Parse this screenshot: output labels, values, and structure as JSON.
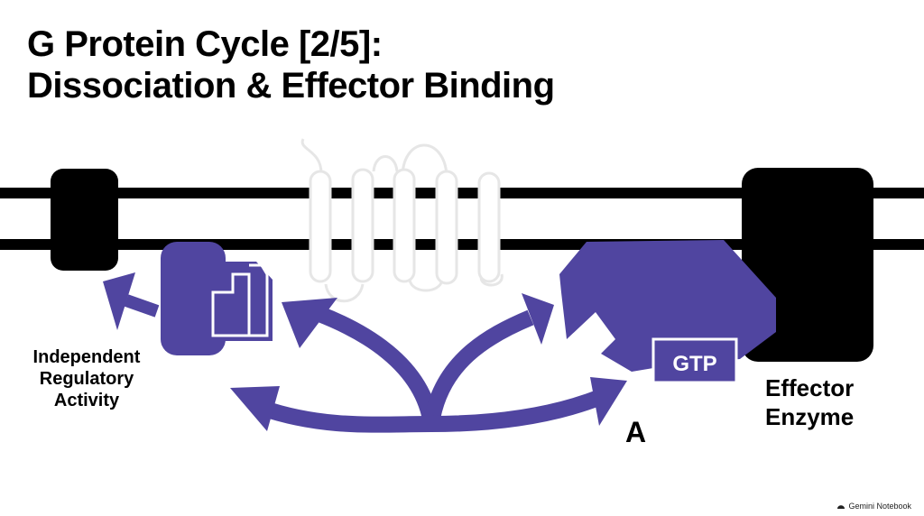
{
  "title": {
    "line1": "G Protein Cycle [2/5]:",
    "line2": "Dissociation & Effector Binding"
  },
  "labels": {
    "left_line1": "Independent",
    "left_line2": "Regulatory",
    "left_line3": "Activity",
    "gtp": "GTP",
    "right_line1": "Effector",
    "right_line2": "Enzyme",
    "marker": "A"
  },
  "watermark": "Gemini Notebook",
  "colors": {
    "accent": "#5045a0",
    "membrane": "#000000",
    "receptor_outline": "#e6e6e6"
  }
}
